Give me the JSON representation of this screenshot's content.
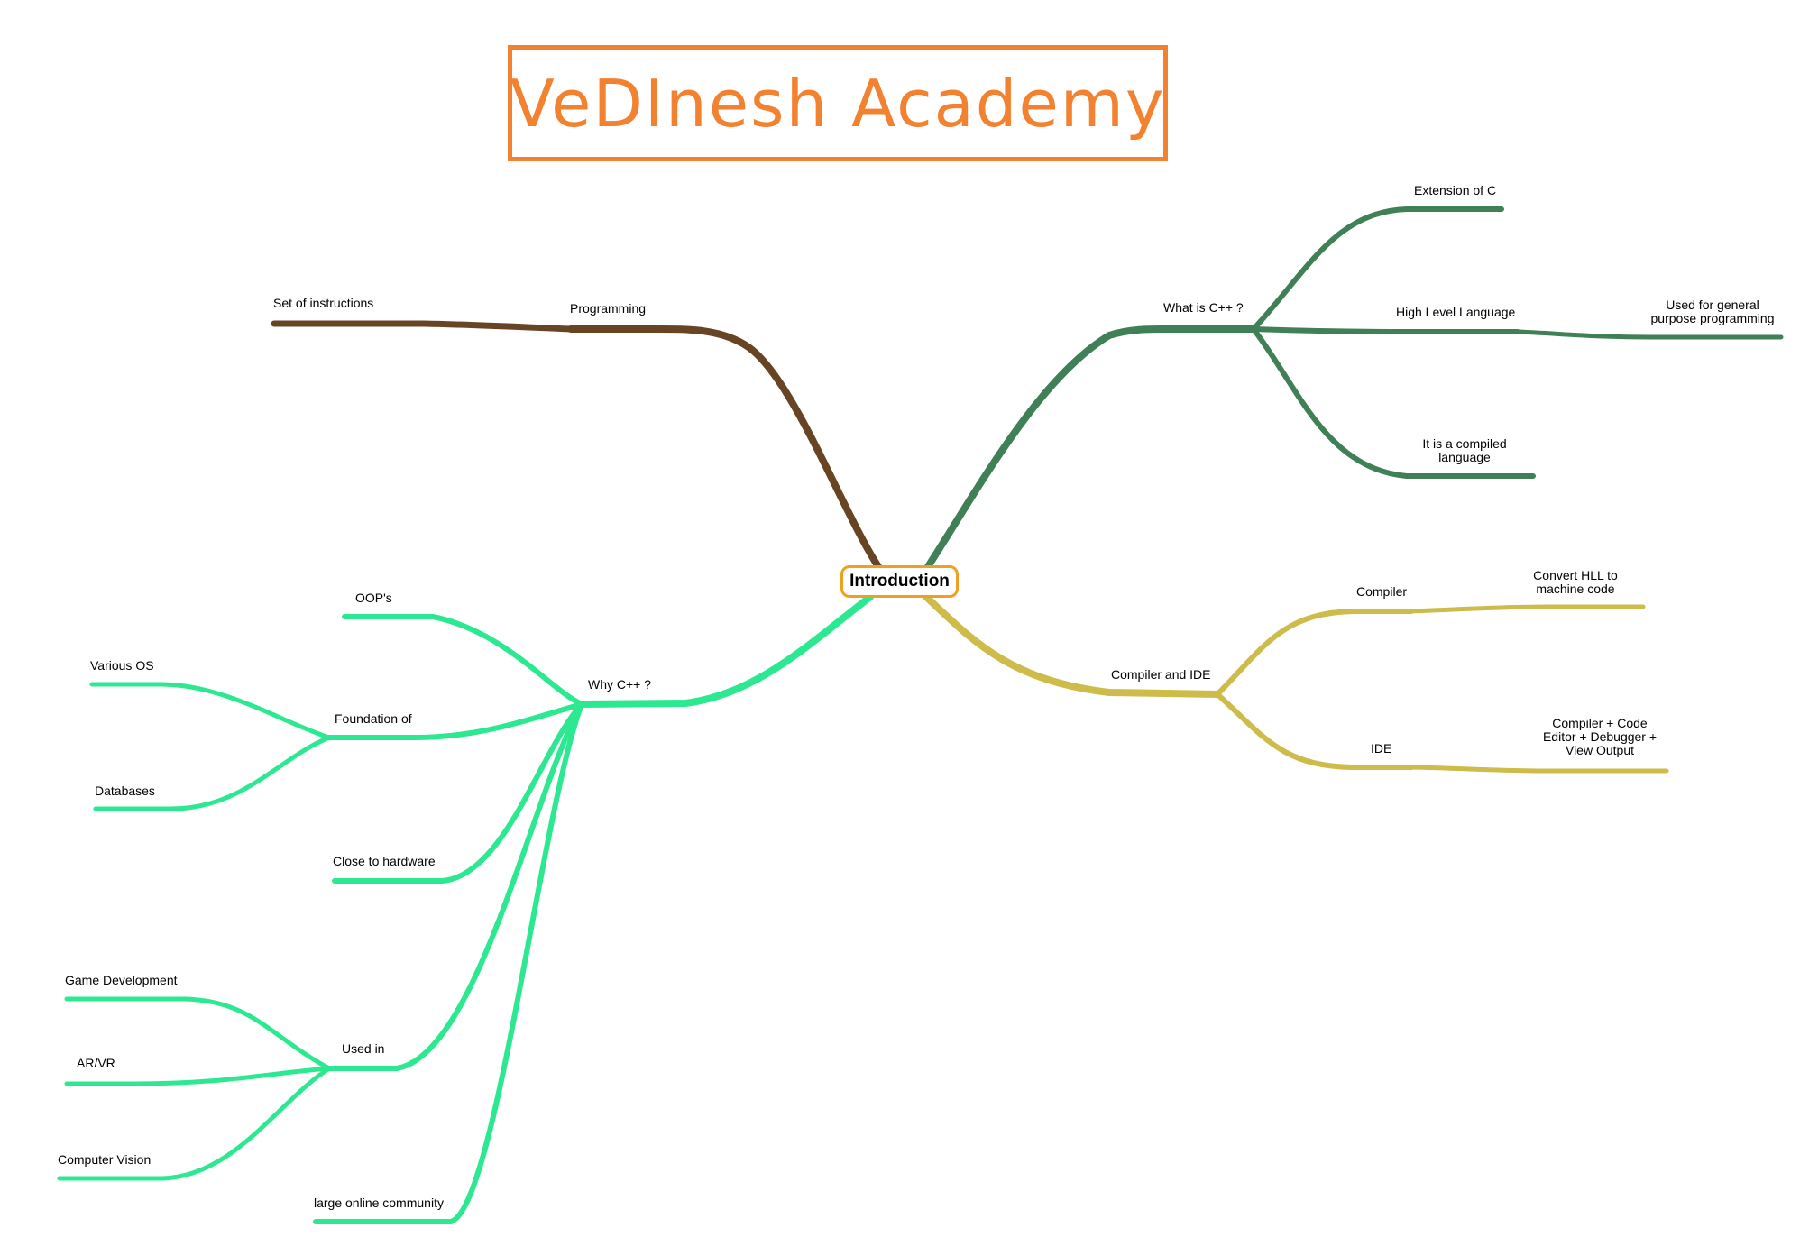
{
  "title": "VeDInesh Academy",
  "center": "Introduction",
  "colors": {
    "title": "#f28130",
    "center_border": "#f0a020",
    "programming": "#674524",
    "what_is": "#3f8056",
    "compiler_ide": "#cdbb4a",
    "why": "#2ce890"
  },
  "nodes": {
    "programming": "Programming",
    "set_of_instructions": "Set of instructions",
    "what_is_cpp": "What is C++ ?",
    "extension_of_c": "Extension of C",
    "high_level_language": "High Level Language",
    "general_purpose_1": "Used  for  general",
    "general_purpose_2": "purpose  programming",
    "compiled_1": "It  is  a  compiled",
    "compiled_2": "language",
    "compiler_and_ide": "Compiler and IDE",
    "compiler": "Compiler",
    "convert_1": "Convert  HLL  to",
    "convert_2": "machine  code",
    "ide": "IDE",
    "ide_desc_1": "Compiler  +  Code",
    "ide_desc_2": "Editor  +  Debugger   +",
    "ide_desc_3": "View  Output",
    "why_cpp": "Why C++ ?",
    "oops": "OOP's",
    "foundation_of": "Foundation of",
    "various_os": "Various OS",
    "databases": "Databases",
    "close_to_hardware": "Close to hardware",
    "used_in": "Used in",
    "game_development": "Game Development",
    "ar_vr": "AR/VR",
    "computer_vision": "Computer Vision",
    "large_online_community": "large online community"
  }
}
